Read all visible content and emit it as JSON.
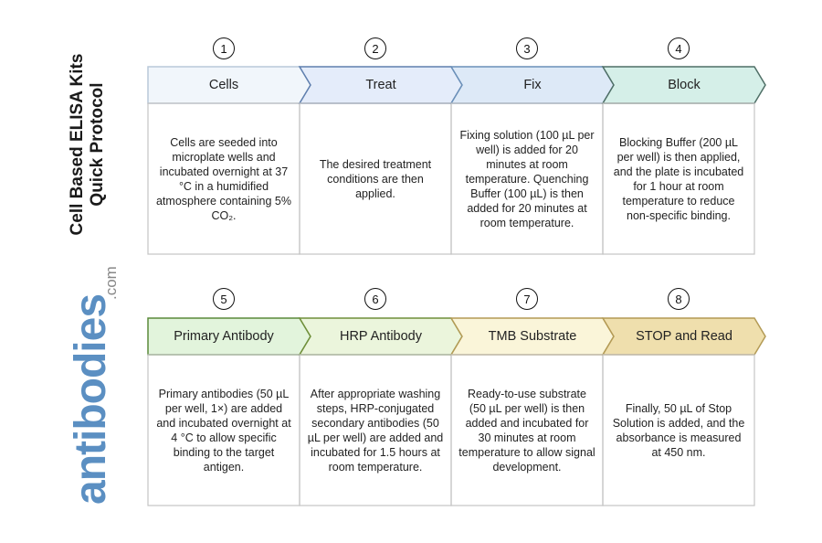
{
  "title": [
    "Cell Based ELISA Kits",
    "Quick Protocol"
  ],
  "logo": {
    "name": "antibodies",
    "suffix": ".com",
    "color": "#5b8fc2"
  },
  "steps": [
    {
      "number": "1",
      "label": "Cells",
      "fill": "#f1f6fb",
      "stroke": "#b9c9d9",
      "text": "Cells are seeded into microplate wells and incubated overnight at 37 °C in a humidified atmosphere containing 5% CO₂."
    },
    {
      "number": "2",
      "label": "Treat",
      "fill": "#e4ecfa",
      "stroke": "#5f7fae",
      "text": "The desired treatment conditions are then applied."
    },
    {
      "number": "3",
      "label": "Fix",
      "fill": "#dde9f7",
      "stroke": "#6a8fb8",
      "text": "Fixing solution (100 µL per well) is added for 20 minutes at room temperature. Quenching Buffer (100 µL) is then added for 20 minutes at room temperature."
    },
    {
      "number": "4",
      "label": "Block",
      "fill": "#d5efe8",
      "stroke": "#4f6f66",
      "text": "Blocking Buffer (200 µL per well) is then applied, and the plate is incubated for 1 hour at room temperature to reduce non-specific binding."
    },
    {
      "number": "5",
      "label": "Primary Antibody",
      "fill": "#e2f4dc",
      "stroke": "#5b8a3a",
      "text": "Primary antibodies (50 µL per well, 1×) are added and incubated overnight at 4 °C to allow specific binding to the target antigen."
    },
    {
      "number": "6",
      "label": "HRP Antibody",
      "fill": "#ebf5dc",
      "stroke": "#6f8f3a",
      "text": "After appropriate washing steps, HRP-conjugated secondary antibodies (50 µL per well) are added and incubated for 1.5 hours at room temperature."
    },
    {
      "number": "7",
      "label": "TMB Substrate",
      "fill": "#faf5d9",
      "stroke": "#b39a55",
      "text": "Ready-to-use substrate (50 µL per well) is then added and incubated for 30 minutes at room temperature to allow signal development."
    },
    {
      "number": "8",
      "label": "STOP and Read",
      "fill": "#efdfad",
      "stroke": "#b39a55",
      "text": "Finally, 50 µL of Stop Solution is added, and the absorbance is measured at 450 nm."
    }
  ]
}
